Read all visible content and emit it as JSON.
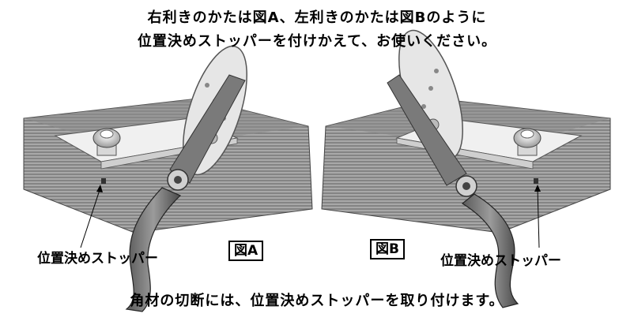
{
  "header": {
    "line1": "右利きのかたは図A、左利きのかたは図Bのように",
    "line2": "位置決めストッパーを付けかえて、お使いください。"
  },
  "figure_a": {
    "label": "図A",
    "stopper_label": "位置決めストッパー"
  },
  "figure_b": {
    "label": "図B",
    "stopper_label": "位置決めストッパー"
  },
  "footer": {
    "note": "角材の切断には、位置決めストッパーを取り付けます。"
  }
}
